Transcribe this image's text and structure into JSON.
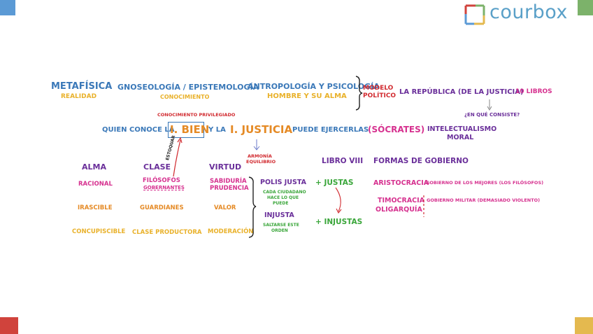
{
  "colors": {
    "blue": "#3a78b8",
    "purple": "#6a2f9a",
    "magenta": "#d6318f",
    "yellow": "#e9b12a",
    "orange": "#e58a25",
    "red": "#d12a2f",
    "green": "#3aa63a",
    "teal": "#3a9a8a",
    "corner_blue": "#5b9ad5",
    "corner_green": "#7cb26a",
    "corner_red": "#d0433c",
    "corner_yellow": "#e4b94f"
  },
  "logo": {
    "text": "courbox"
  },
  "row1": {
    "metafisica": "METAFÍSICA",
    "realidad": "REALIDAD",
    "gnoseologia": "GNOSEOLOGÍA / EPISTEMOLOGÍA",
    "conocimiento": "CONOCIMIENTO",
    "antropologia": "ANTROPOLOGÍA Y PSICOLOGÍA",
    "hombre_alma": "HOMBRE Y SU ALMA",
    "modelo": "MODELO",
    "politico": "POLÍTICO",
    "republica": "LA REPÚBLICA (DE LA JUSTICIA)",
    "libros": "10 LIBROS",
    "en_que": "¿EN QUÉ CONSISTE?"
  },
  "row2": {
    "conocimiento_priv": "CONOCIMIENTO PRIVILEGIADO",
    "quien": "QUIEN CONOCE LA",
    "bien": "I. BIEN",
    "y_la": "Y LA",
    "justicia": "I. JUSTICIA",
    "puede": "PUEDE EJERCERLAS",
    "socrates": "(SÓCRATES)",
    "intelectualismo": "INTELECTUALISMO",
    "moral": "MORAL",
    "armonia": "ARMONÍA",
    "equilibrio": "EQUILIBRIO",
    "estoquar": "ESTOQUAR"
  },
  "table": {
    "headers": {
      "alma": "ALMA",
      "clase": "CLASE",
      "virtud": "VIRTUD",
      "libro": "LIBRO VIII",
      "formas": "FORMAS DE GOBIERNO"
    },
    "rows": [
      {
        "alma": "RACIONAL",
        "clase1": "FILÓSOFOS",
        "clase2": "GOBERNANTES",
        "virtud1": "SABIDURÍA",
        "virtud2": "PRUDENCIA"
      },
      {
        "alma": "IRASCIBLE",
        "clase1": "GUARDIANES",
        "virtud1": "VALOR"
      },
      {
        "alma": "CONCUPISCIBLE",
        "clase1": "CLASE PRODUCTORA",
        "virtud1": "MODERACIÓN"
      }
    ],
    "polis_justa": "POLIS JUSTA",
    "polis_desc": [
      "CADA CIUDADANO",
      "HACE LO QUE",
      "PUEDE"
    ],
    "injusta": "INJUSTA",
    "injusta_desc": [
      "SALTARSE ESTE",
      "ORDEN"
    ],
    "justas": "+ JUSTAS",
    "injustas": "+ INJUSTAS",
    "aristocracia": "ARISTOCRACIA",
    "aristocracia_desc": "GOBIERNO DE LOS MEJORES (LOS FILÓSOFOS)",
    "timocracia": "TIMOCRACIA",
    "timocracia_desc": "GOBIERNO MILITAR (DEMASIADO VIOLENTO)",
    "oligarquia": "OLIGARQUÍA"
  }
}
